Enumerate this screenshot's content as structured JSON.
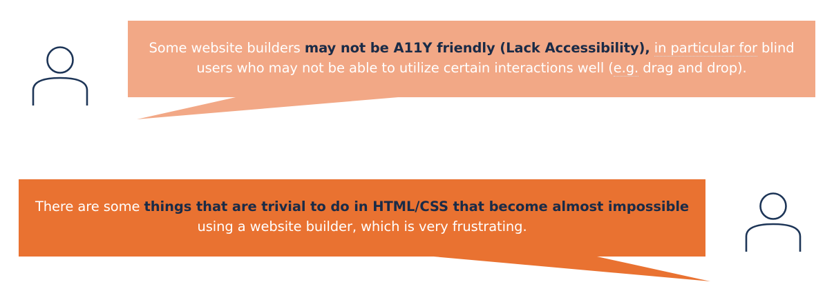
{
  "colors": {
    "bubble_light": "#f2a886",
    "bubble_dark": "#e97231",
    "emphasis_text": "#1a2b47",
    "icon_stroke": "#1d3557"
  },
  "quotes": [
    {
      "icon": "person-icon",
      "segments": {
        "s1": "Some website builders ",
        "s2": "may not be A11Y friendly (Lack Accessibility),",
        "s3": " ",
        "s4": "in particular for",
        "s5": " blind users who may not be able to utilize certain interactions well (",
        "s6": "e.g.",
        "s7": " drag and drop)."
      }
    },
    {
      "icon": "person-icon",
      "segments": {
        "s1": "There are some ",
        "s2": "things that are trivial to do in HTML/CSS that become almost impossible",
        "s3": " using a website builder, which is very frustrating."
      }
    }
  ]
}
